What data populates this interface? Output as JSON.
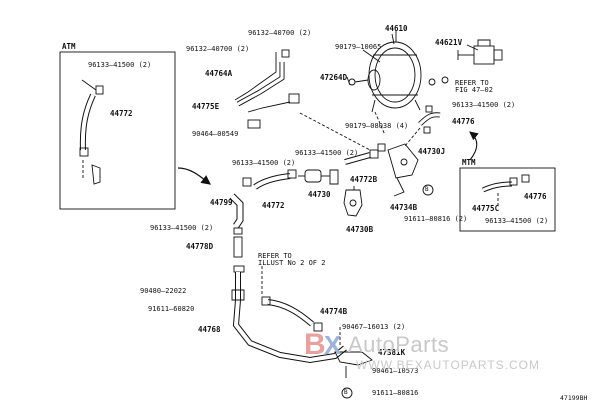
{
  "boxes": {
    "atm": "ATM",
    "mtm": "MTM"
  },
  "labels": {
    "p44610": "44610",
    "p44621v": "44621V",
    "p90179_10065": "90179–10065",
    "p96132_40700_a": "96132–40700 (2)",
    "p96132_40700_b": "96132–40700 (2)",
    "p44764a": "44764A",
    "p44775e": "44775E",
    "p90464_00549": "90464–00549",
    "p47264d": "47264D",
    "refer_fig": "REFER TO\nFIG 47–02",
    "p96133_41500_tr": "96133–41500 (2)",
    "p44776_top": "44776",
    "p90179_08038": "90179–08038 (4)",
    "p96133_41500_atm": "96133–41500 (2)",
    "p44772_atm": "44772",
    "p96133_41500_mid": "96133–41500 (2)",
    "p96133_41500_mid2": "96133–41500 (2)",
    "p44730j": "44730J",
    "p44772b": "44772B",
    "p44730": "44730",
    "p44734b": "44734B",
    "p44772_mid": "44772",
    "p44799": "44799",
    "p44730b": "44730B",
    "p91611_80816_mid": "91611–80816 (2)",
    "p96133_41500_left": "96133–41500 (2)",
    "p44778d": "44778D",
    "refer_illust": "REFER TO\nILLUST No 2 OF 2",
    "p90480_22022": "90480–22022",
    "p91611_60820": "91611–60820",
    "p44774b": "44774B",
    "p44768": "44768",
    "p90467_16013": "90467–16013 (2)",
    "p47381k": "47381K",
    "p90461_10573": "90461–10573",
    "p91611_80816_bot": "91611–80816",
    "p44775c": "44775C",
    "p44776_mtm": "44776",
    "p96133_41500_mtm": "96133–41500 (2)",
    "doc_code": "47199BH",
    "b_marker": "B"
  },
  "watermark": {
    "brand_prefix": "B",
    "brand_mid": "X",
    "brand_name": "AutoParts",
    "url": "WWW.BEXAUTOPARTS.COM"
  },
  "colors": {
    "line": "#111111",
    "watermark_red": "#e8a0a0",
    "watermark_blue": "#9fb3d8",
    "watermark_gray": "#c8c8c8"
  }
}
